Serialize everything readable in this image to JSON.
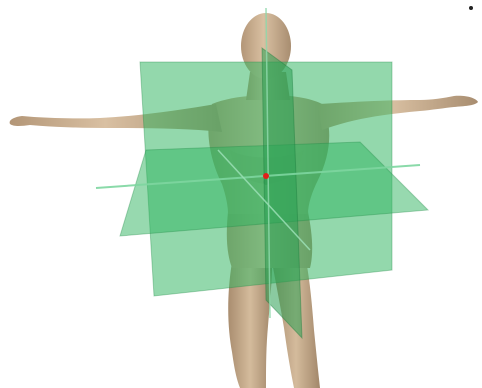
{
  "colors": {
    "background": "#ffffff",
    "skin": "#c8ad8d",
    "skin_shadow": "#a88d70",
    "skin_highlight": "#ddc6a8",
    "plane_fill": "#2fb45f",
    "plane_edge": "#1f8a45",
    "axis_line": "#7ed6a0",
    "origin_marker": "#e0201a"
  },
  "figure": {
    "subject": "human-figure",
    "pose": "t-pose"
  },
  "planes": [
    {
      "id": "coronal-plane"
    },
    {
      "id": "transverse-plane"
    },
    {
      "id": "sagittal-plane"
    }
  ],
  "axes": [
    {
      "id": "vertical-axis"
    },
    {
      "id": "mediolateral-axis"
    },
    {
      "id": "anteroposterior-axis"
    }
  ]
}
